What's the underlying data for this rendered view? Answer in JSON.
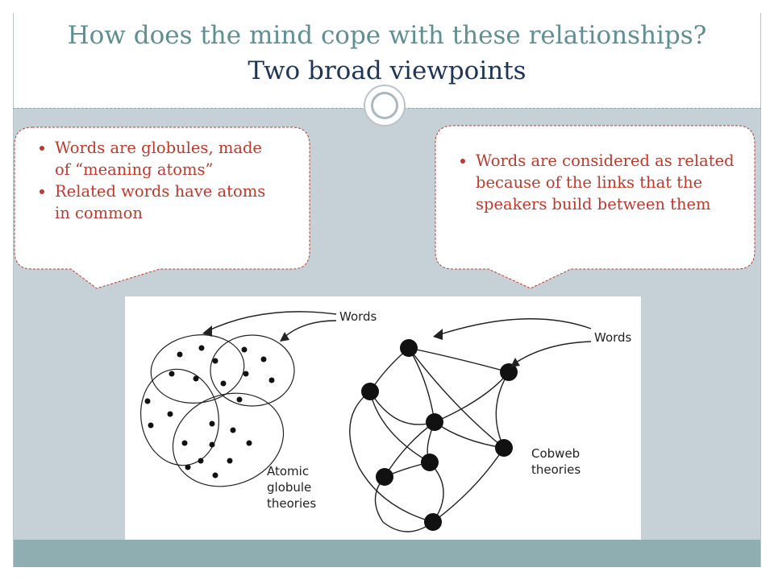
{
  "slide": {
    "title_line1": "How does the mind cope with these relationships?",
    "title_line2": "Two broad viewpoints"
  },
  "left_callout": {
    "bullets": [
      "Words are globules, made of “meaning atoms”",
      "Related words have atoms in common"
    ]
  },
  "right_callout": {
    "bullets": [
      "Words are considered as related because of the links that the speakers build between them"
    ]
  },
  "diagram": {
    "left_words_label": "Words",
    "right_words_label": "Words",
    "atomic_label_lines": [
      "Atomic",
      "globule",
      "theories"
    ],
    "cobweb_label_lines": [
      "Cobweb",
      "theories"
    ]
  },
  "colors": {
    "title_accent": "#5f8f93",
    "title_dark": "#1d3557",
    "bullet_text": "#c0392b",
    "callout_border": "#c0392b",
    "background_band": "#c5d1d6",
    "footer_band": "#8faeb1"
  }
}
